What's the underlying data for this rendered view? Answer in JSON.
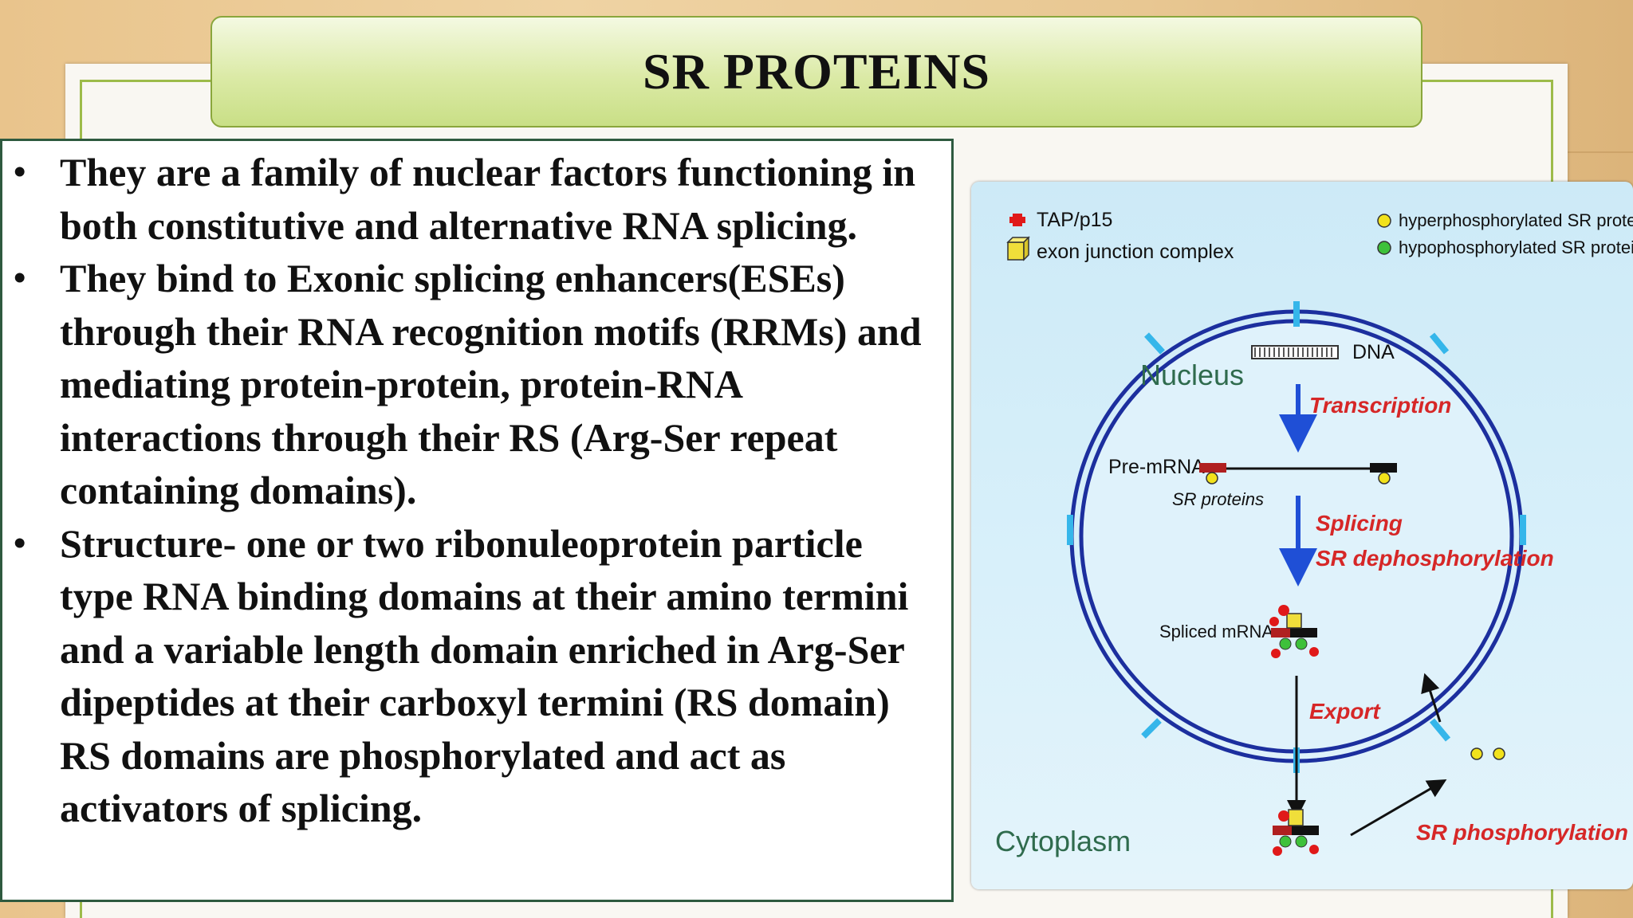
{
  "slide": {
    "title": "SR PROTEINS",
    "bullets": [
      "They are a family of  nuclear factors functioning in both constitutive and alternative RNA splicing.",
      "They bind to Exonic splicing enhancers(ESEs) through their RNA recognition motifs (RRMs) and mediating protein-protein, protein-RNA interactions through their RS (Arg-Ser repeat containing domains).",
      "Structure- one or two ribonuleoprotein particle type RNA binding domains at their amino termini and a variable length domain enriched in Arg-Ser dipeptides at their carboxyl termini (RS domain) RS domains are phosphorylated and act as activators of  splicing."
    ],
    "bullet_symbol": "•"
  },
  "figure": {
    "legend": {
      "tap": "TAP/p15",
      "ejc": "exon junction complex",
      "hyper": "hyperphosphorylated SR proteins",
      "hypo": "hypophosphorylated SR proteins"
    },
    "labels": {
      "nucleus": "Nucleus",
      "dna": "DNA",
      "transcription": "Transcription",
      "pre_mrna": "Pre-mRNA",
      "sr_proteins": "SR proteins",
      "splicing": "Splicing",
      "sr_dephos": "SR dephosphorylation",
      "spliced_mrna": "Spliced mRNA",
      "export": "Export",
      "cytoplasm": "Cytoplasm",
      "sr_phos": "SR phosphorylation"
    },
    "colors": {
      "membrane": "#1c2f9e",
      "arrow": "#1f4fd6",
      "red_label": "#d62727",
      "hyper": "#f2e21b",
      "hypo": "#3ec13a",
      "tap": "#e01919",
      "ejc": "#f0de3a"
    },
    "icons": [
      "tap-p15-icon",
      "exon-junction-complex-icon",
      "sr-protein-dot-icon"
    ]
  }
}
